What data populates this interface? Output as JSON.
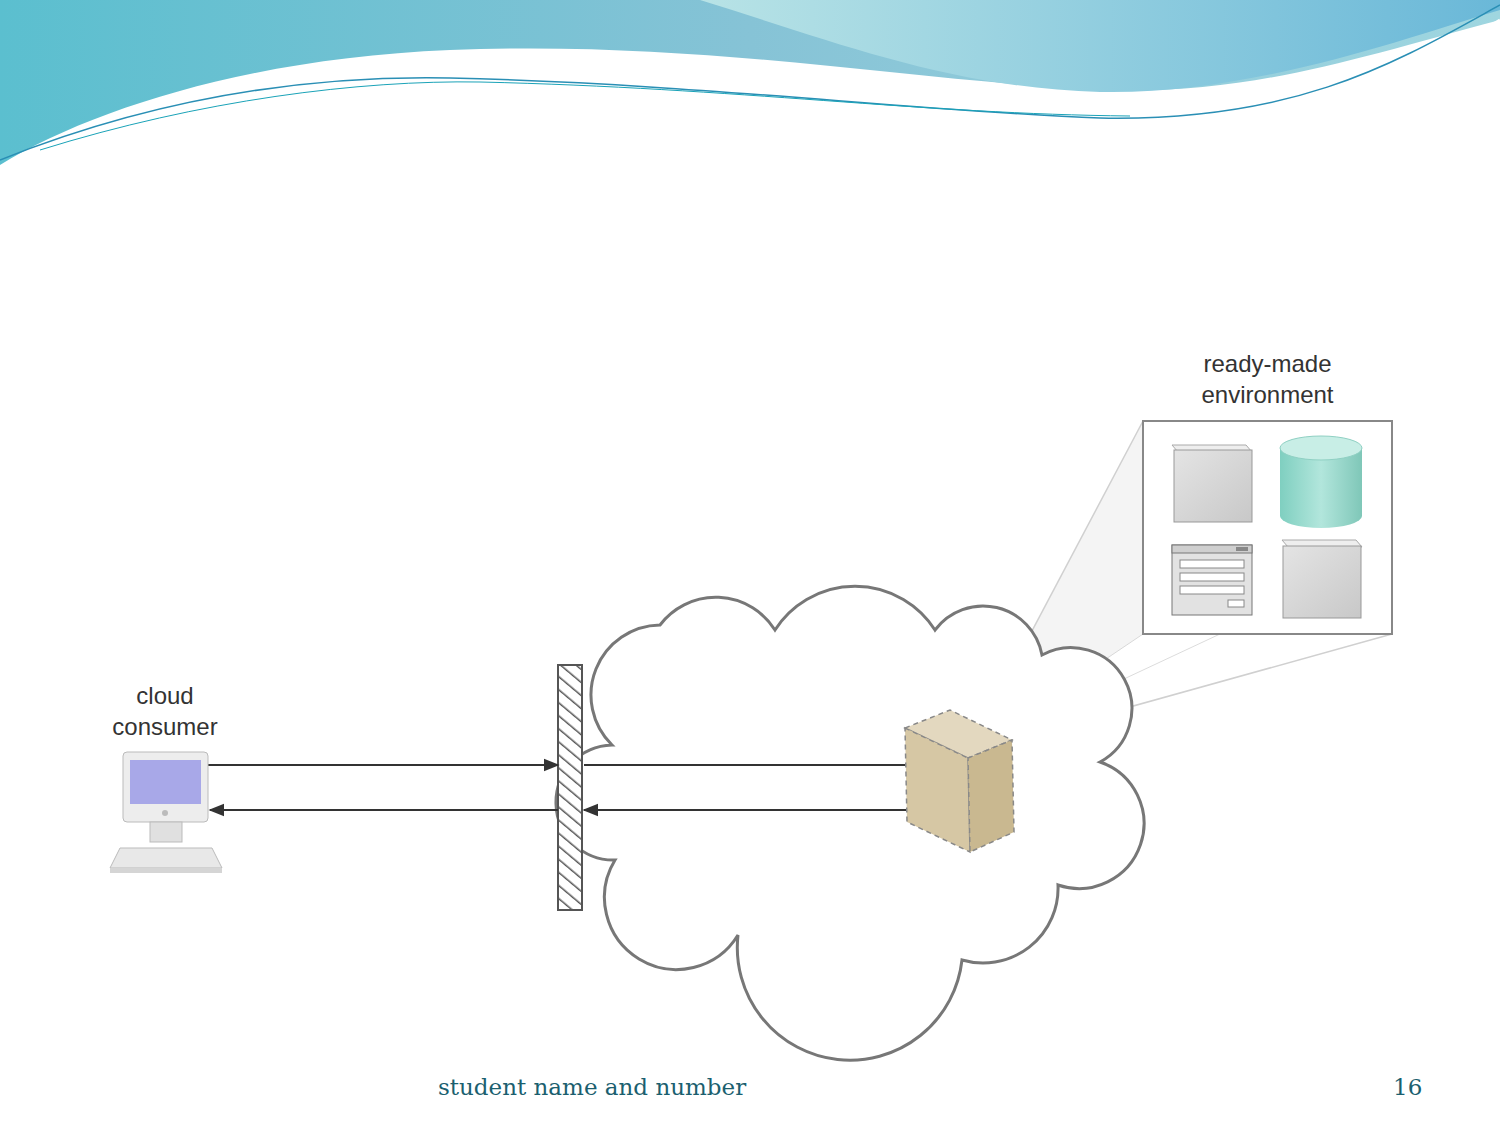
{
  "diagram": {
    "nodes": [
      {
        "text": [
          "cloud consumer"
        ]
      },
      {
        "text": [
          "ready-made environment"
        ]
      }
    ],
    "labels": [
      "student name and number",
      "16"
    ]
  }
}
